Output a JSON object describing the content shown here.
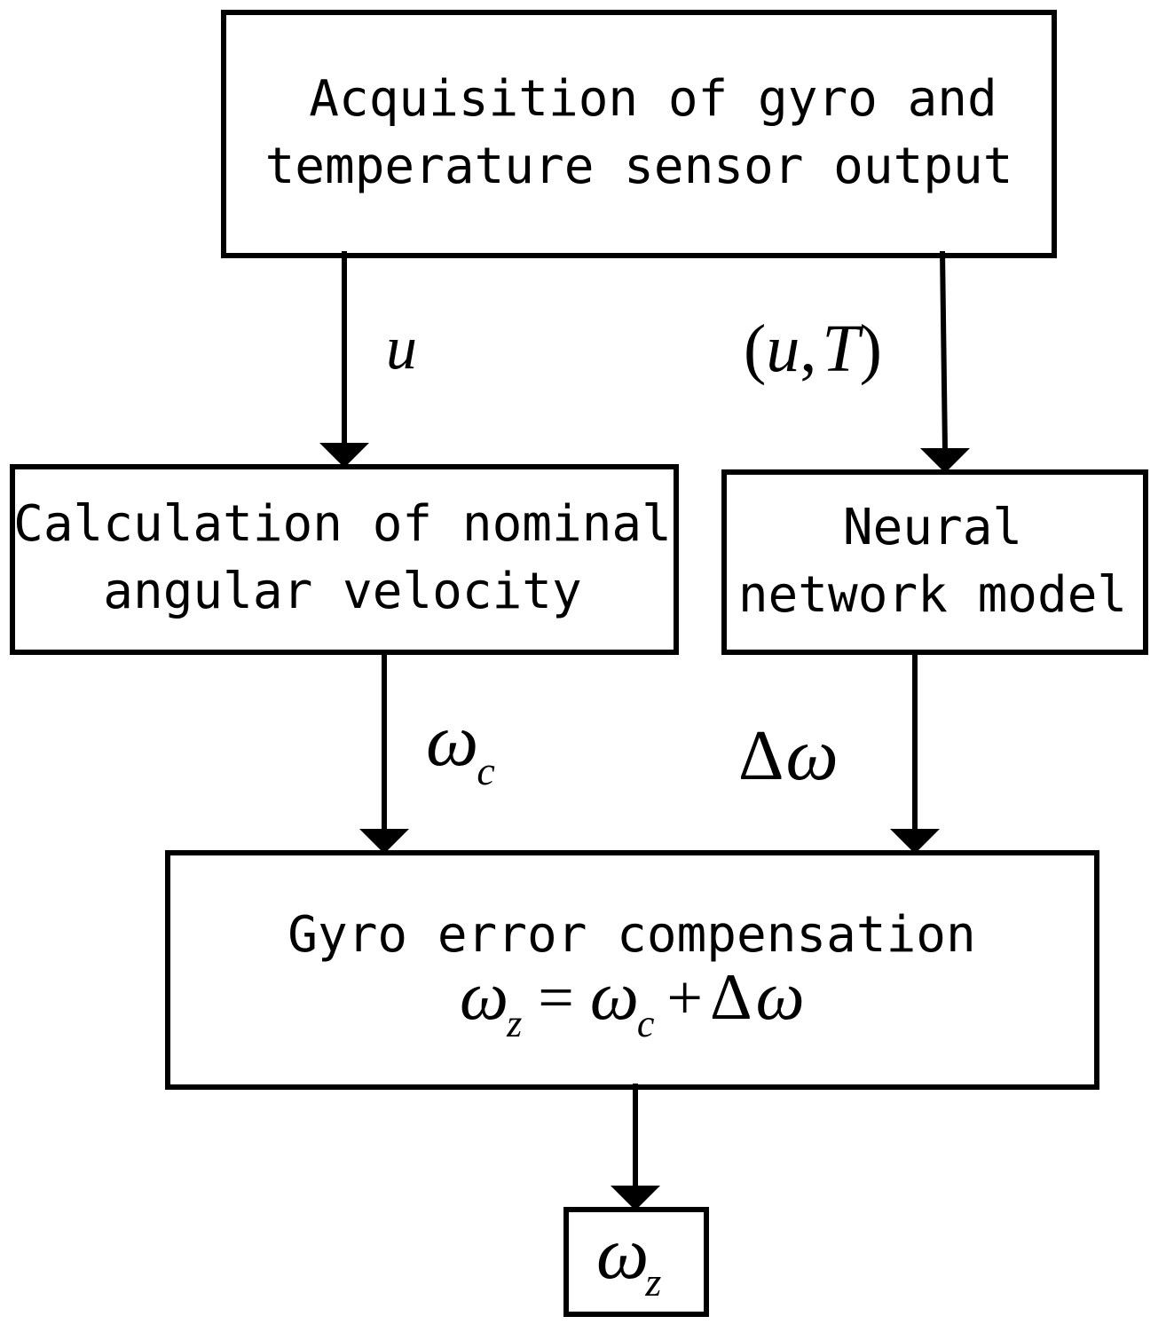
{
  "boxes": {
    "acquisition": {
      "line1": "Acquisition of gyro and",
      "line2": "temperature sensor output"
    },
    "nominal": {
      "line1": "Calculation of nominal",
      "line2": "angular velocity"
    },
    "neural": {
      "line1": "Neural",
      "line2": "network model"
    },
    "compensation": {
      "title": "Gyro error compensation",
      "equation": {
        "lhs_symbol": "ω",
        "lhs_sub": "z",
        "equals": "=",
        "rhs1_symbol": "ω",
        "rhs1_sub": "c",
        "plus": "+",
        "delta": "Δ",
        "rhs2_symbol": "ω"
      }
    },
    "output": {
      "symbol": "ω",
      "sub": "z"
    }
  },
  "edge_labels": {
    "u": "u",
    "uT": {
      "open": "(",
      "u": "u",
      "comma": ",",
      "T": "T",
      "close": ")"
    },
    "omega_c": {
      "symbol": "ω",
      "sub": "c"
    },
    "delta_omega": {
      "delta": "Δ",
      "symbol": "ω"
    }
  }
}
